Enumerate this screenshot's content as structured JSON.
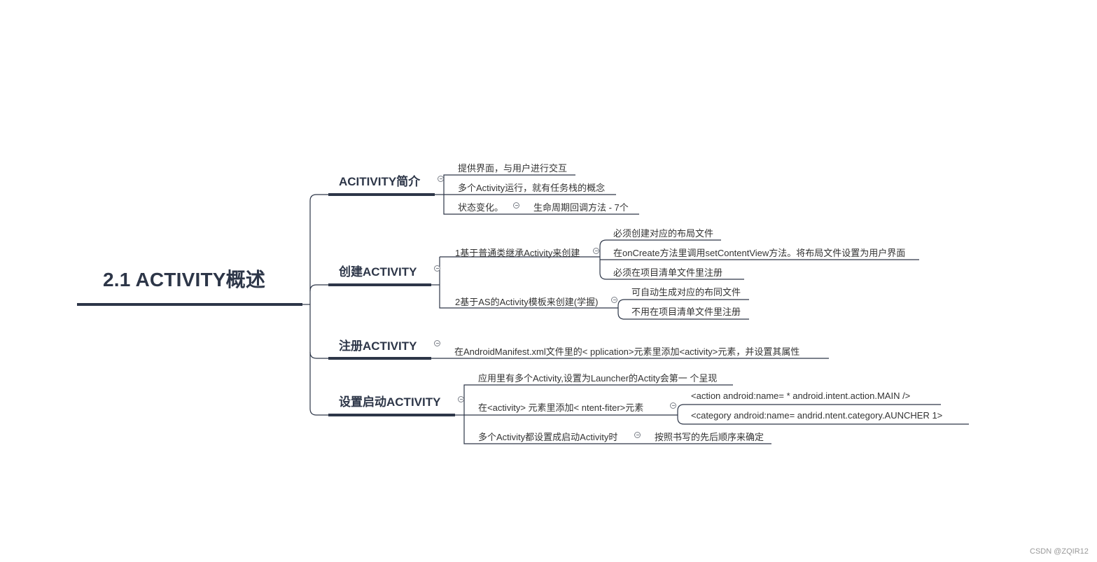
{
  "root": {
    "label": "2.1 ACTIVITY概述"
  },
  "branches": [
    {
      "label": "ACITIVITY简介",
      "children": [
        {
          "label": "提供界面，与用户进行交互"
        },
        {
          "label": "多个Activity运行，就有任务栈的概念"
        },
        {
          "label": "状态变化。",
          "children": [
            {
              "label": "生命周期回调方法 - 7个"
            }
          ]
        }
      ]
    },
    {
      "label": "创建ACTIVITY",
      "children": [
        {
          "label": "1基于普通类继承Activity来创建",
          "children": [
            {
              "label": "必须创建对应的布局文件"
            },
            {
              "label": "在onCreate方法里调用setContentView方法。将布局文件设置为用户界面"
            },
            {
              "label": "必须在项目清单文件里注册"
            }
          ]
        },
        {
          "label": "2基于AS的Activity模板来创建(学握)",
          "children": [
            {
              "label": "可自动生成对应的布同文件"
            },
            {
              "label": "不用在项目清单文件里注册"
            }
          ]
        }
      ]
    },
    {
      "label": "注册ACTIVITY",
      "children": [
        {
          "label": "在AndroidManifest.xml文件里的< pplication>元素里添加<activity>元素，并设置其属性"
        }
      ]
    },
    {
      "label": "设置启动ACTIVITY",
      "children": [
        {
          "label": "应用里有多个Activity,设置为Launcher的Actity会第一 个呈现"
        },
        {
          "label": "在<activity> 元素里添加< ntent-fiter>元素",
          "children": [
            {
              "label": "<action android:name= * android.intent.action.MAIN />"
            },
            {
              "label": "<category android:name= andrid.ntent.category.AUNCHER 1>"
            }
          ]
        },
        {
          "label": "多个Activity都设置成启动Activity时",
          "children": [
            {
              "label": "按照书写的先后顺序来确定"
            }
          ]
        }
      ]
    }
  ],
  "watermark": "CSDN @ZQIR12",
  "colors": {
    "line": "#2d3648",
    "text": "#333333",
    "toggle": "#7a7f88",
    "background": "#ffffff"
  }
}
